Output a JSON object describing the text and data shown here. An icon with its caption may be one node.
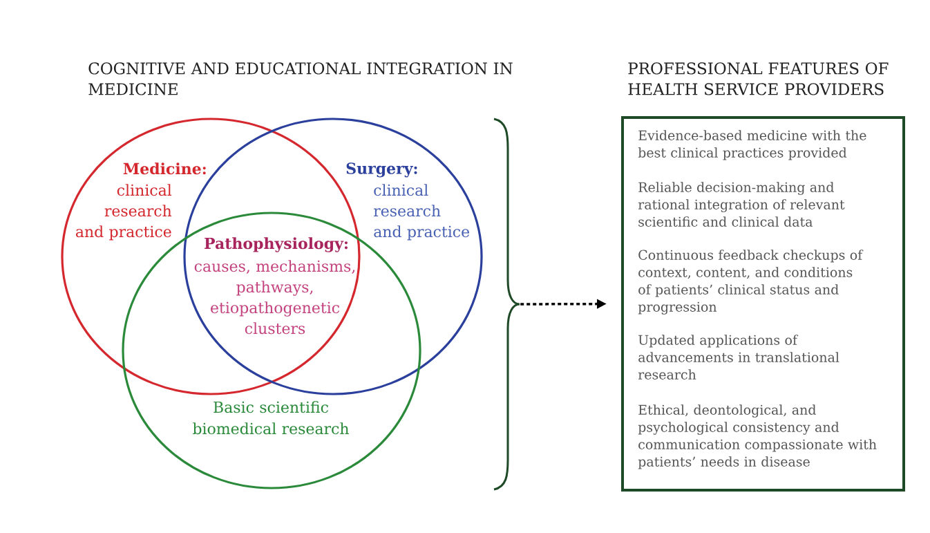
{
  "diagram": {
    "title": "COGNITIVE AND EDUCATIONAL INTEGRATION IN MEDICINE",
    "nodes": [
      {
        "text": [
          "Medicine:",
          "clinical research and practice"
        ]
      },
      {
        "text": [
          "Surgery:",
          "clinical research and practice"
        ]
      },
      {
        "text": [
          "Basic scientific biomedical research"
        ]
      },
      {
        "text": [],
        "shape": "bracket"
      },
      {
        "text": [
          "PROFESSIONAL FEATURES OF HEALTH SERVICE PROVIDERS",
          "Evidence-based medicine with the best clinical practices provided",
          "Reliable decision-making and rational integration of relevant scientific and clinical data",
          "Continuous feedback checkups of context, content, and conditions of patients’ clinical status and progression",
          "Updated applications of advancements in translational research",
          "Ethical, deontological, and psychological consistency and communication compassionate with patients’ needs in disease"
        ]
      }
    ],
    "edges": [
      {
        "from": 3,
        "to": 4,
        "arrow": "to",
        "style": "dashed"
      }
    ],
    "labels": [
      "Pathophysiology:",
      "causes, mechanisms, pathways, etiopathogenetic clusters"
    ]
  }
}
